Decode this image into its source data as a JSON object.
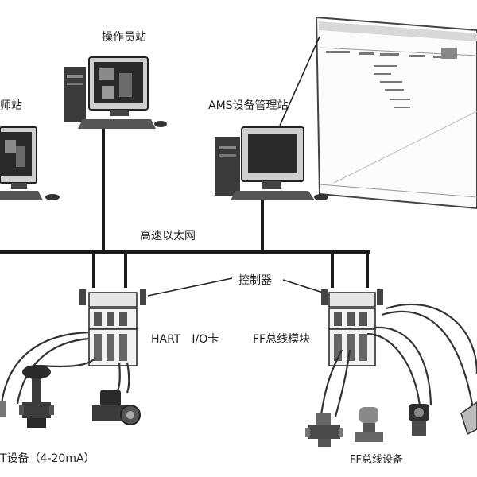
{
  "labels": {
    "operator_station": "操作员站",
    "engineer_station_partial": "师站",
    "ams_station": "AMS设备管理站",
    "ethernet": "高速以太网",
    "controller": "控制器",
    "hart_io_card": "HART　I/O卡",
    "ff_bus_module": "FF总线模块",
    "hart_devices_partial": "T设备（4-20mA）",
    "ff_bus_devices": "FF总线设备"
  },
  "colors": {
    "line": "#1a1a1a",
    "screen": "#2a2a2a",
    "body": "#3a3a3a",
    "panel": "#f4f4f4"
  }
}
